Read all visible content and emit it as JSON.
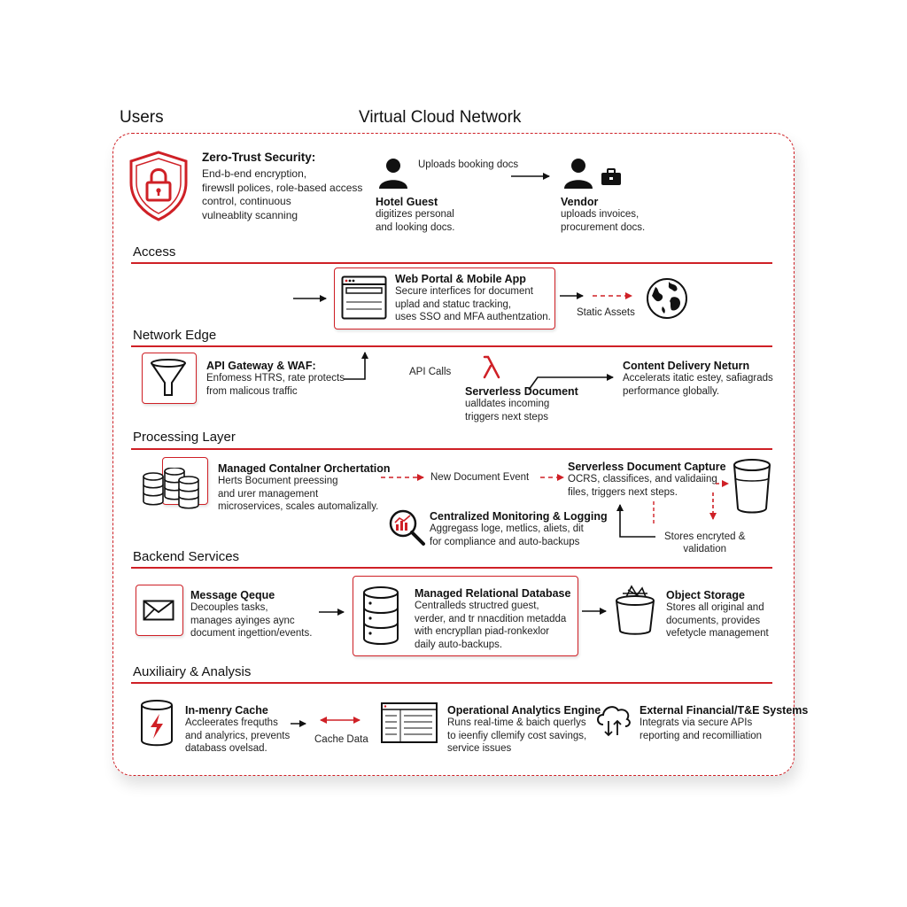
{
  "headings": {
    "users": "Users",
    "vcn": "Virtual Cloud Network"
  },
  "zero_trust": {
    "title": "Zero-Trust Security:",
    "lines": [
      "End-b-end encryption,",
      "firewsll polices, role-based access",
      "control, continuous",
      "vulneablity scanning"
    ]
  },
  "hotel_guest": {
    "title": "Hotel Guest",
    "lines": [
      "digitizes personal",
      "and looking docs."
    ]
  },
  "uploads_label": "Uploads booking docs",
  "vendor": {
    "title": "Vendor",
    "lines": [
      "uploads invoices,",
      "procurement docs."
    ]
  },
  "sections": {
    "access": "Access",
    "network_edge": "Network Edge",
    "processing": "Processing Layer",
    "backend": "Backend Services",
    "auxiliary": "Auxiliairy & Analysis"
  },
  "web_portal": {
    "title": "Web Portal & Mobile App",
    "lines": [
      "Secure interfices for document",
      "uplad and statuc tracking,",
      "uses SSO and MFA authentzation."
    ]
  },
  "static_assets": "Static Assets",
  "api_gateway": {
    "title": "API Gateway & WAF:",
    "lines": [
      "Enfomess HTRS, rate protects",
      "from malicous traffic"
    ]
  },
  "api_calls": "API Calls",
  "serverless_doc": {
    "title": "Serverless Document",
    "lines": [
      "ualldates incoming",
      "triggers next steps"
    ]
  },
  "cdn": {
    "title": "Content Delivery Neturn",
    "lines": [
      "Accelerats itatic estey, safiagrads",
      "performance globally."
    ]
  },
  "container": {
    "title": "Managed Contalner Orchertation",
    "lines": [
      "Herts Bocument preessing",
      "and urer management",
      "microservices, scales automalizally."
    ]
  },
  "new_doc_event": "New Document Event",
  "capture": {
    "title": "Serverless Document Capture",
    "lines": [
      "OCRS, classifices, and validaiing",
      "files, triggers next steps."
    ]
  },
  "monitoring": {
    "title": "Centralized Monitoring & Logging",
    "lines": [
      "Aggregass loge, metlics, aliets, dit",
      "for compliance and auto-backups"
    ]
  },
  "stores_label": [
    "Stores encryted &",
    "validation"
  ],
  "queue": {
    "title": "Message Qeque",
    "lines": [
      "Decouples tasks,",
      "manages ayinges aync",
      "document ingettion/events."
    ]
  },
  "database": {
    "title": "Managed Relational Database",
    "lines": [
      "Centralleds structred guest,",
      "verder, and tr nnacdition metadda",
      "with encrypllan piad-ronkexlor",
      "daily auto-backups."
    ]
  },
  "object_storage": {
    "title": "Object Storage",
    "lines": [
      "Stores all original and",
      "documents, provides",
      "vefetycle management"
    ]
  },
  "cache": {
    "title": "In-menry Cache",
    "lines": [
      "Accleerates frequths",
      "and analyrics, prevents",
      "databass ovelsad."
    ]
  },
  "cache_data": "Cache Data",
  "analytics": {
    "title": "Operational Analytics Engine",
    "lines": [
      "Runs real-time & baich querlys",
      "to ieenfiy cllemify cost savings,",
      "service issues"
    ]
  },
  "external": {
    "title": "External Financial/T&E Systems",
    "lines": [
      "Integrats via secure APIs",
      "reporting and recomilliation"
    ]
  },
  "colors": {
    "accent": "#cf2026",
    "ink": "#111111",
    "frame_bg": "#ffffff"
  }
}
